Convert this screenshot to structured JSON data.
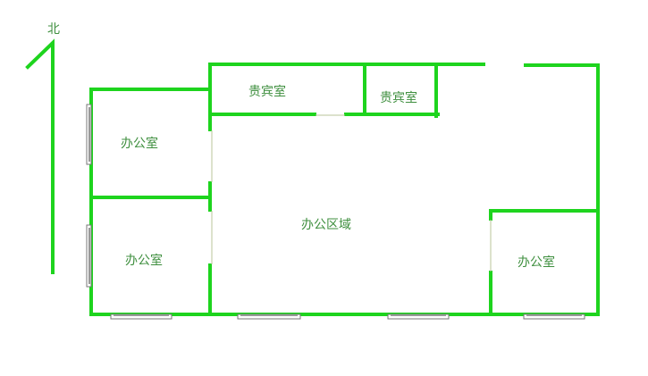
{
  "compass": {
    "north_label": "北"
  },
  "rooms": [
    {
      "label": "贵宾室"
    },
    {
      "label": "贵宾室"
    },
    {
      "label": "办公室"
    },
    {
      "label": "办公区域"
    },
    {
      "label": "办公室"
    },
    {
      "label": "办公室"
    }
  ],
  "colors": {
    "wall": "#1ed41e",
    "label": "#3f8f3f",
    "window": "#999999"
  }
}
